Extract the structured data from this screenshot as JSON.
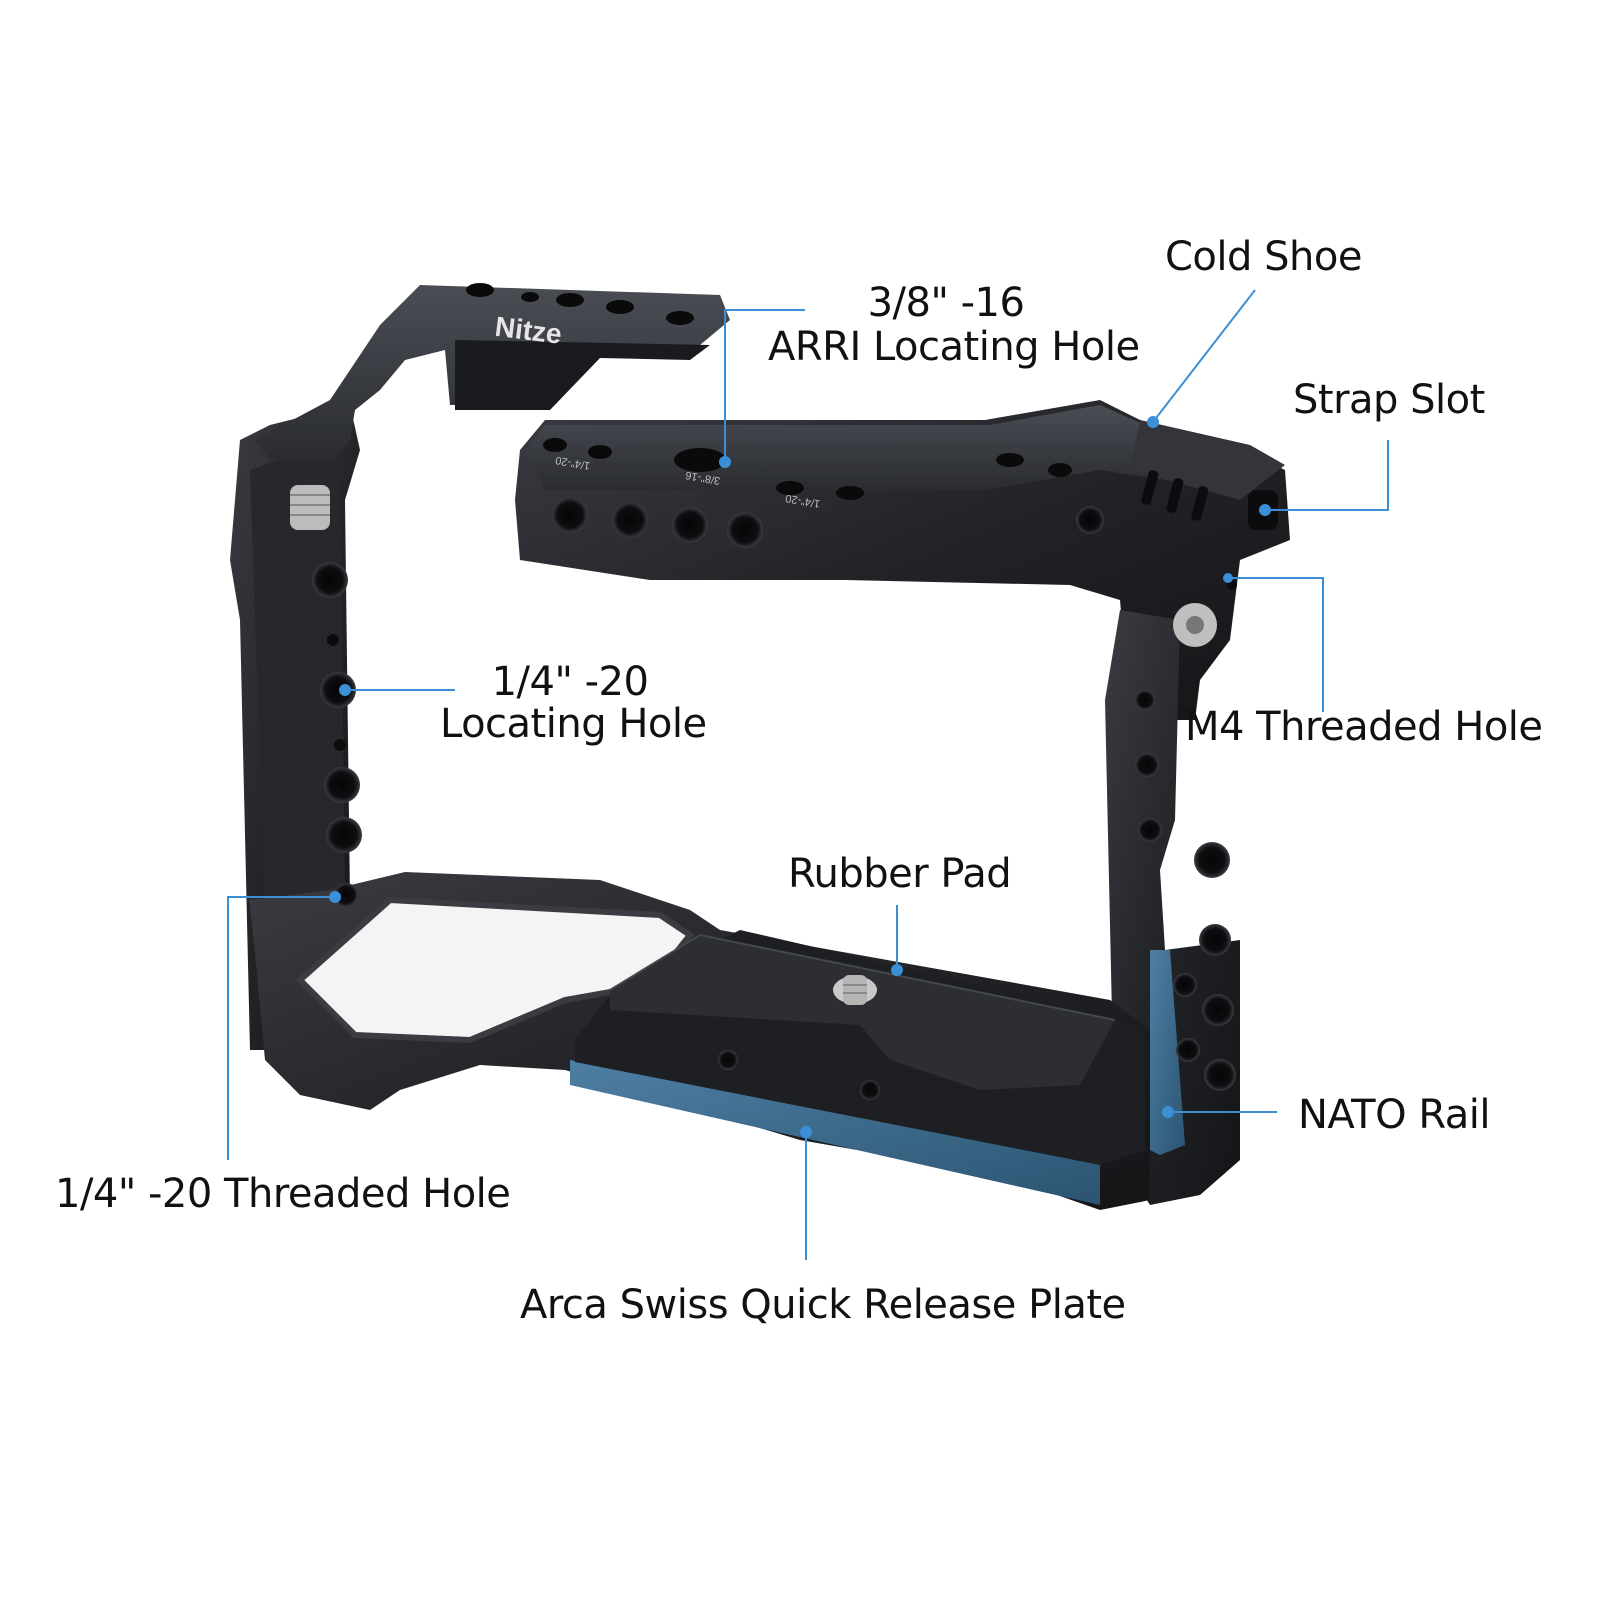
{
  "brand": {
    "logo_text": "Nitze",
    "engravings": [
      "1/4\"-20",
      "3/8\"-16",
      "1/4\"-20"
    ]
  },
  "colors": {
    "background": "#ffffff",
    "metal_dark": "#1c1d20",
    "metal_mid": "#2f3136",
    "metal_light": "#4a4d54",
    "accent_blue_anodized": "#3c6888",
    "callout_line": "#3b8fd6",
    "label_text": "#111111"
  },
  "callouts": {
    "arri": {
      "line1": "3/8\" -16",
      "line2": "ARRI Locating Hole"
    },
    "cold_shoe": {
      "text": "Cold Shoe"
    },
    "strap_slot": {
      "text": "Strap Slot"
    },
    "locating_hole": {
      "line1": "1/4\" -20",
      "line2": "Locating Hole"
    },
    "m4": {
      "text": "M4 Threaded Hole"
    },
    "rubber_pad": {
      "text": "Rubber Pad"
    },
    "threaded_hole": {
      "text": "1/4\" -20 Threaded Hole"
    },
    "nato": {
      "text": "NATO Rail"
    },
    "arca": {
      "text": "Arca Swiss Quick Release Plate"
    }
  }
}
